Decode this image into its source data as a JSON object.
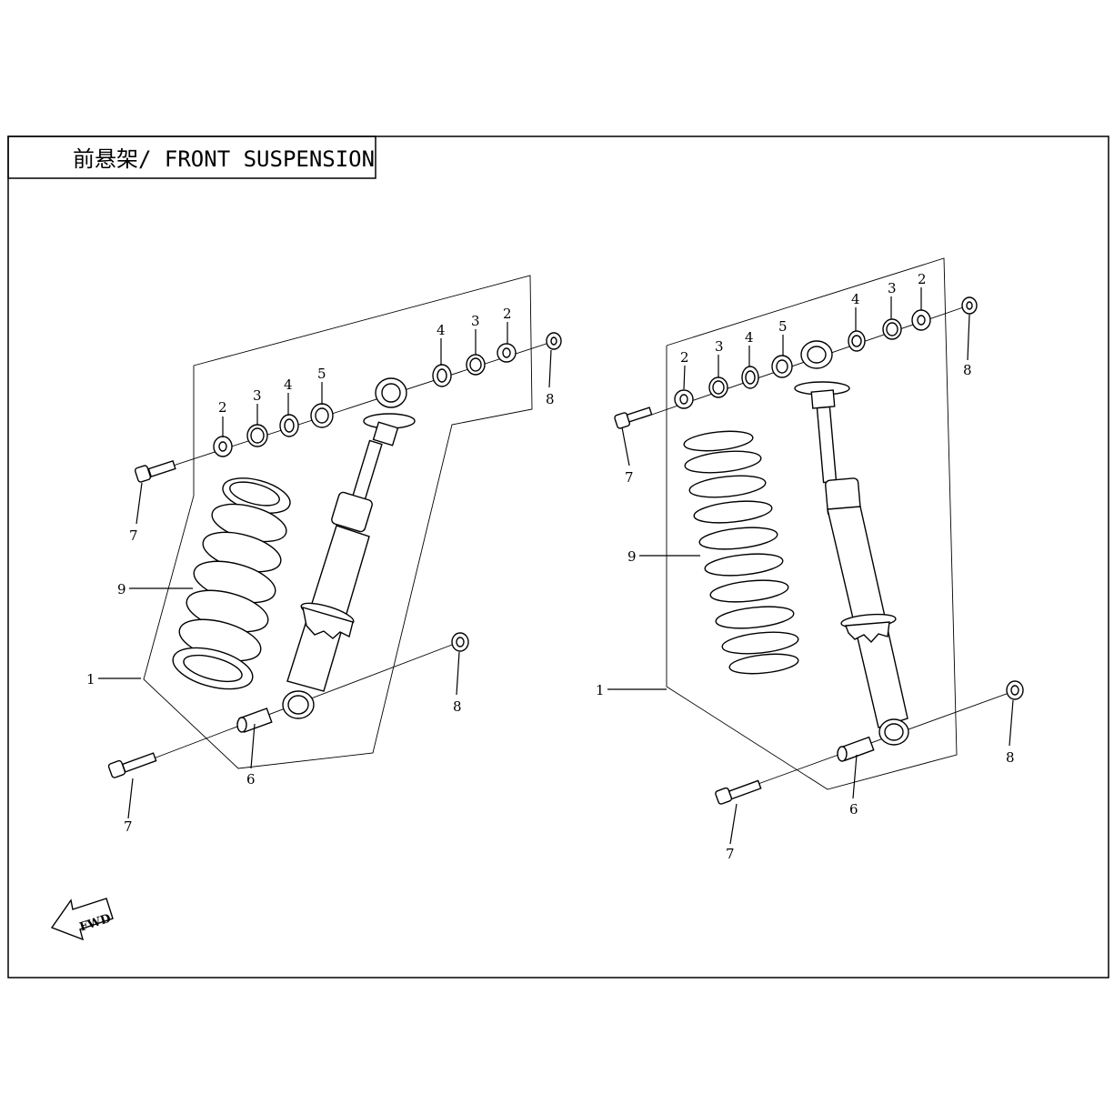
{
  "diagram": {
    "title": "前悬架/ FRONT SUSPENSION",
    "fwd_label": "FWD",
    "left_assembly": {
      "callouts": {
        "c1": "1",
        "c2a": "2",
        "c3a": "3",
        "c4a": "4",
        "c5": "5",
        "c4b": "4",
        "c3b": "3",
        "c2b": "2",
        "c8a": "8",
        "c7a": "7",
        "c9": "9",
        "c8b": "8",
        "c6": "6",
        "c7b": "7"
      }
    },
    "right_assembly": {
      "callouts": {
        "c1": "1",
        "c2a": "2",
        "c3a": "3",
        "c4a": "4",
        "c5": "5",
        "c4b": "4",
        "c3b": "3",
        "c2b": "2",
        "c8a": "8",
        "c7a": "7",
        "c9": "9",
        "c8b": "8",
        "c6": "6",
        "c7b": "7"
      }
    }
  }
}
